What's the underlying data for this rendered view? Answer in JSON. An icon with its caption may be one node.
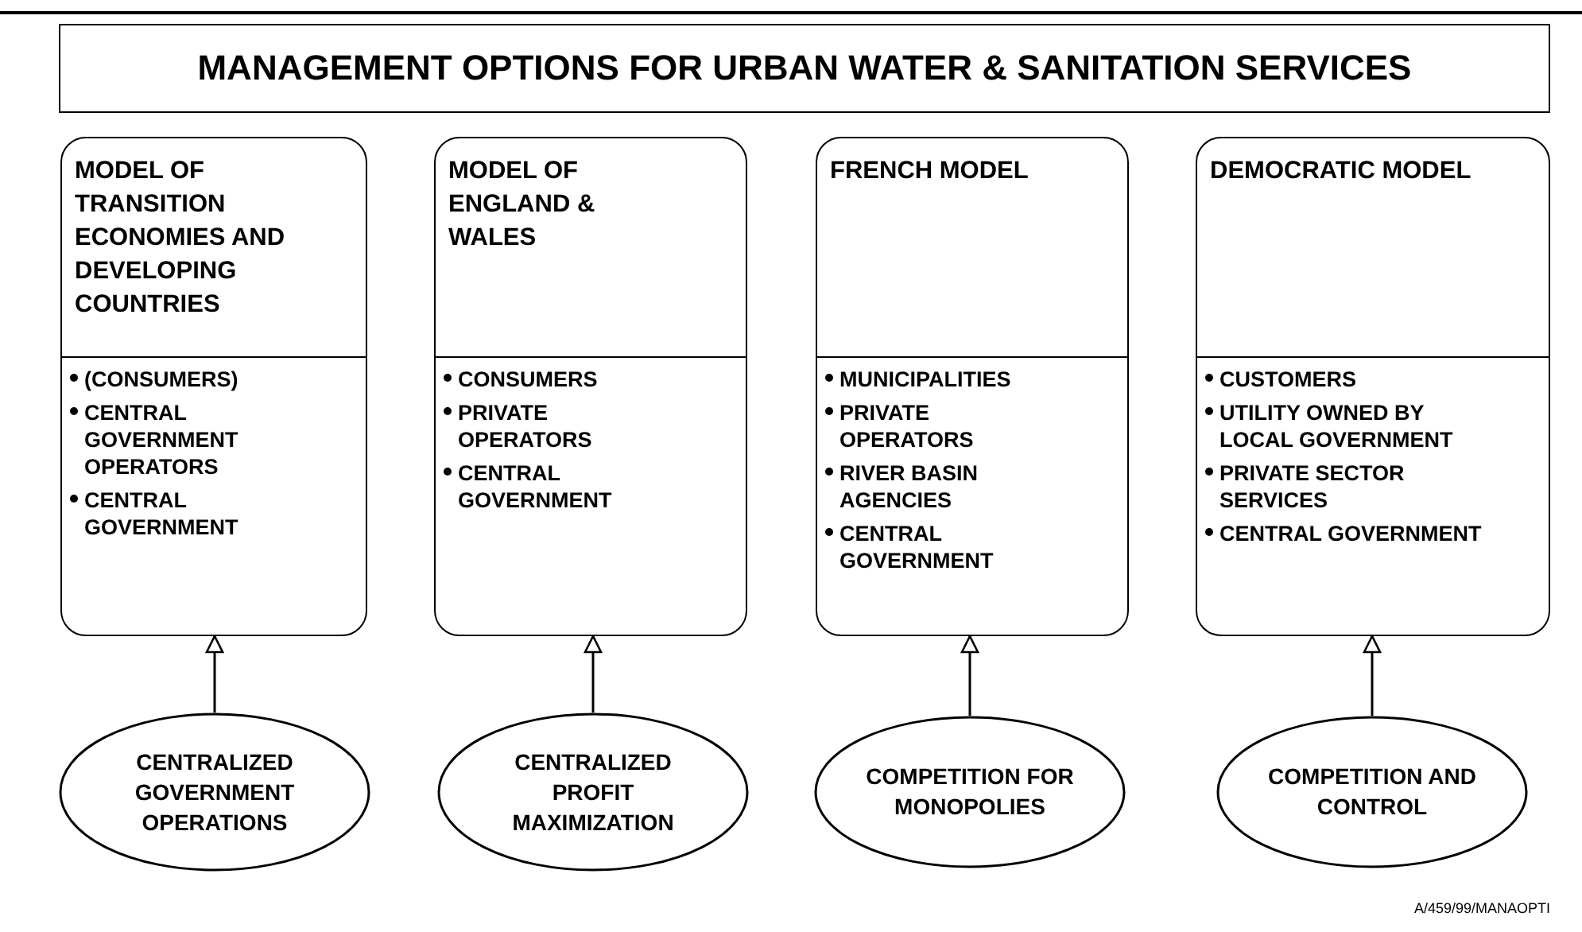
{
  "diagram": {
    "title": "MANAGEMENT OPTIONS FOR URBAN WATER & SANITATION SERVICES",
    "nodes": [
      {
        "text": [
          "MODEL OF TRANSITION ECONOMIES AND DEVELOPING COUNTRIES",
          "(CONSUMERS)",
          "CENTRAL GOVERNMENT OPERATORS",
          "CENTRAL GOVERNMENT"
        ]
      },
      {
        "text": [
          "MODEL OF ENGLAND & WALES",
          "CONSUMERS",
          "PRIVATE OPERATORS",
          "CENTRAL GOVERNMENT"
        ]
      },
      {
        "text": [
          "FRENCH MODEL",
          "MUNICIPALITIES",
          "PRIVATE OPERATORS",
          "RIVER BASIN AGENCIES",
          "CENTRAL GOVERNMENT"
        ]
      },
      {
        "text": [
          "DEMOCRATIC MODEL",
          "CUSTOMERS",
          "UTILITY OWNED BY LOCAL GOVERNMENT",
          "PRIVATE SECTOR SERVICES",
          "CENTRAL GOVERNMENT"
        ]
      },
      {
        "text": [
          "CENTRALIZED GOVERNMENT OPERATIONS"
        ]
      },
      {
        "text": [
          "CENTRALIZED PROFIT MAXIMIZATION"
        ]
      },
      {
        "text": [
          "COMPETITION FOR MONOPOLIES"
        ]
      },
      {
        "text": [
          "COMPETITION AND CONTROL"
        ]
      }
    ],
    "edges": [
      {
        "from": 4,
        "to": 0,
        "arrow": "to"
      },
      {
        "from": 5,
        "to": 1,
        "arrow": "to"
      },
      {
        "from": 6,
        "to": 2,
        "arrow": "to"
      },
      {
        "from": 7,
        "to": 3,
        "arrow": "to"
      }
    ],
    "labels": [
      "A/459/99/MANAOPTI"
    ]
  }
}
